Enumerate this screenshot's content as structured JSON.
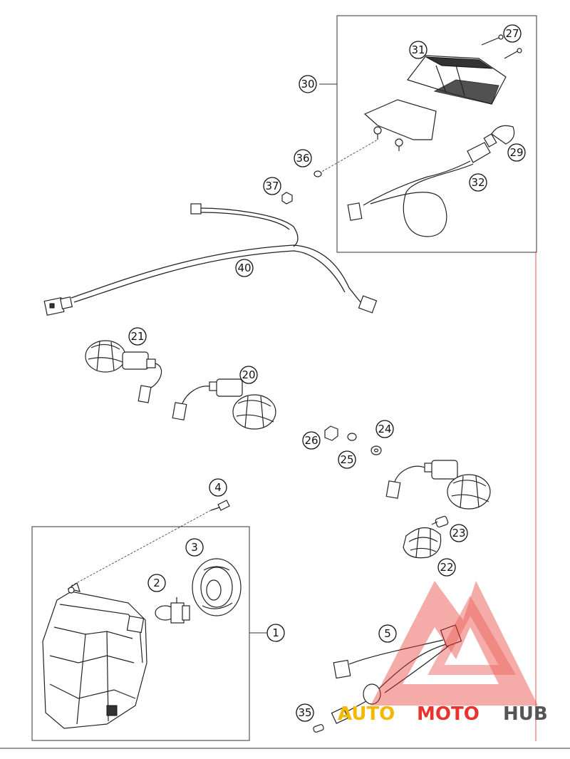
{
  "callouts": {
    "c1": "1",
    "c2": "2",
    "c3": "3",
    "c4": "4",
    "c5": "5",
    "c20": "20",
    "c21": "21",
    "c22": "22",
    "c23": "23",
    "c24": "24",
    "c25": "25",
    "c26": "26",
    "c27": "27",
    "c29": "29",
    "c30": "30",
    "c31": "31",
    "c32": "32",
    "c35": "35",
    "c36": "36",
    "c37": "37",
    "c40": "40"
  },
  "watermark": {
    "part1": "AUTO",
    "part2": "MOTO",
    "part3": "HUB",
    "color1": "#f5b800",
    "color2": "#e8342e",
    "color3": "#555555"
  }
}
